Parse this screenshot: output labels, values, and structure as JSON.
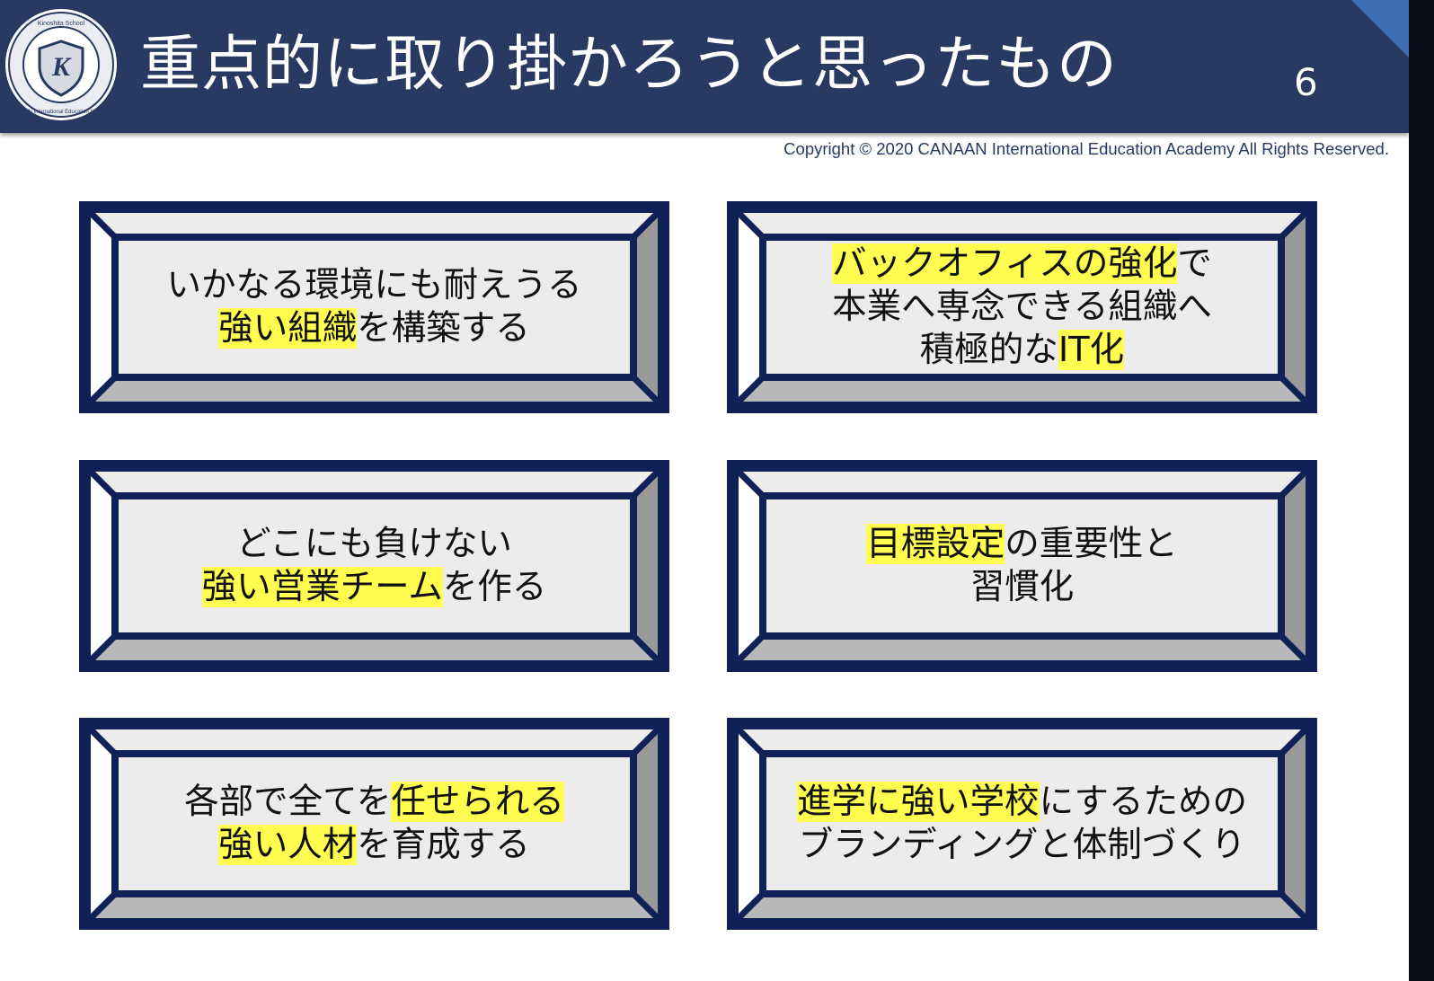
{
  "header": {
    "title": "重点的に取り掛かろうと思ったもの",
    "page_number": "6",
    "logo": {
      "ring_text_top": "Kinoshita School",
      "ring_text_bottom": "CANAAN International Education Academy",
      "emblem": "K"
    }
  },
  "copyright": "Copyright © 2020 CANAAN International Education Academy All Rights Reserved.",
  "colors": {
    "header_bg": "#283a62",
    "card_border": "#0f2157",
    "card_fill": "#ececec",
    "highlight": "#fffd4f"
  },
  "cards": [
    {
      "lines": [
        [
          {
            "text": "いかなる環境にも耐えうる",
            "hl": false
          }
        ],
        [
          {
            "text": "強い組織",
            "hl": true
          },
          {
            "text": "を構築する",
            "hl": false
          }
        ]
      ]
    },
    {
      "lines": [
        [
          {
            "text": "バックオフィスの強化",
            "hl": true
          },
          {
            "text": "で",
            "hl": false
          }
        ],
        [
          {
            "text": "本業へ専念できる組織へ",
            "hl": false
          }
        ],
        [
          {
            "text": "積極的な",
            "hl": false
          },
          {
            "text": "IT化",
            "hl": true
          }
        ]
      ]
    },
    {
      "lines": [
        [
          {
            "text": "どこにも負けない",
            "hl": false
          }
        ],
        [
          {
            "text": "強い営業チーム",
            "hl": true
          },
          {
            "text": "を作る",
            "hl": false
          }
        ]
      ]
    },
    {
      "lines": [
        [
          {
            "text": "目標設定",
            "hl": true
          },
          {
            "text": "の重要性と",
            "hl": false
          }
        ],
        [
          {
            "text": "習慣化",
            "hl": false
          }
        ]
      ]
    },
    {
      "lines": [
        [
          {
            "text": "各部で全てを",
            "hl": false
          },
          {
            "text": "任せられる",
            "hl": true
          }
        ],
        [
          {
            "text": "強い人材",
            "hl": true
          },
          {
            "text": "を育成する",
            "hl": false
          }
        ]
      ]
    },
    {
      "lines": [
        [
          {
            "text": "進学に強い学校",
            "hl": true
          },
          {
            "text": "にするための",
            "hl": false
          }
        ],
        [
          {
            "text": "ブランディングと体制づくり",
            "hl": false
          }
        ]
      ]
    }
  ]
}
